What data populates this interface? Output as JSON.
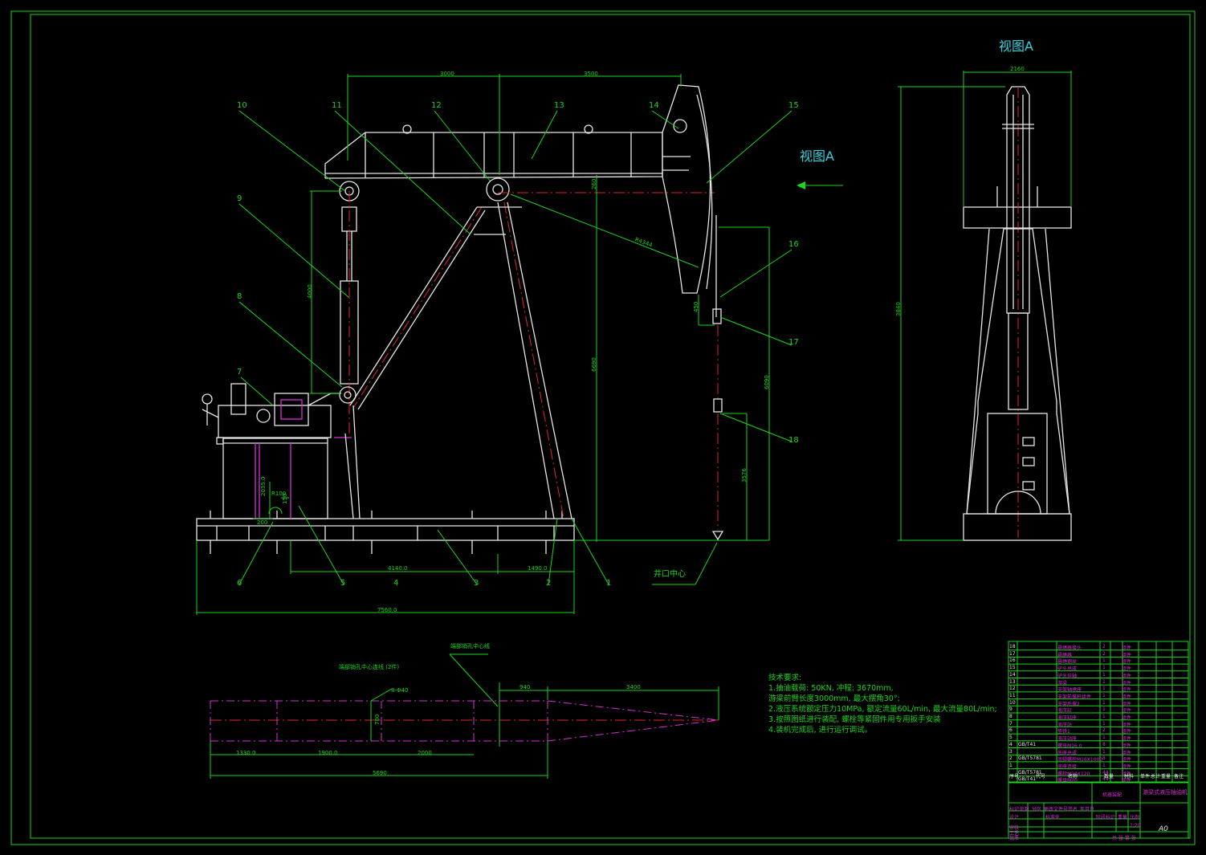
{
  "views": {
    "view_a_title": "视图A",
    "view_a_arrow_label": "视图A",
    "wellhead_label": "井口中心"
  },
  "part_labels": [
    "10",
    "11",
    "12",
    "13",
    "14",
    "15",
    "9",
    "8",
    "7",
    "16",
    "17",
    "18",
    "6",
    "5",
    "4",
    "3",
    "2",
    "1"
  ],
  "dimensions": {
    "top_left": "3000",
    "top_right": "3500",
    "beam_height": "260",
    "link_length": "4000",
    "crank_radius": "R4344",
    "total_height": "6690",
    "stroke_small": "450",
    "stroke_right": "6090",
    "lower_right": "3576",
    "base_4140": "4140.0",
    "base_1490": "1490.0",
    "base_7560": "7560.0",
    "support_2035": "2035.0",
    "support_r100": "R100",
    "support_200": "200",
    "support_150": "150",
    "side_width": "2160",
    "side_height": "3840"
  },
  "bottom_drawing": {
    "label_left": "端部销孔中心连线 (2件) ",
    "label_mid": "端部销孔中心线",
    "d_b40": "8-Φ40",
    "d_940": "940",
    "d_3400": "3400",
    "d_780": "780",
    "d_1330": "1330.0",
    "d_1900": "1900.0",
    "d_2000": "2000",
    "d_5690": "5690"
  },
  "tech_requirements": {
    "title": "技术要求:",
    "lines": [
      "1.抽油载荷: 50KN, 冲程: 3670mm,",
      "游梁前臂长度3000mm, 最大摆角30°;",
      "2.液压系统额定压力10MPa, 额定流量60L/min, 最大流量80L/min;",
      "3.按照图纸进行装配, 螺栓等紧固件用专用扳手安装",
      "4.装机完成后, 进行运行调试。"
    ]
  },
  "bom": {
    "rows": [
      {
        "no": "18",
        "code": "",
        "name": "悬绳器接头",
        "qty": "2",
        "mat": "组件"
      },
      {
        "no": "17",
        "code": "",
        "name": "悬绳器",
        "qty": "2",
        "mat": "组件"
      },
      {
        "no": "16",
        "code": "",
        "name": "悬绳钢丝",
        "qty": "1",
        "mat": "组件"
      },
      {
        "no": "15",
        "code": "",
        "name": "驴头总成",
        "qty": "1",
        "mat": "组件"
      },
      {
        "no": "14",
        "code": "",
        "name": "驴头挂轴",
        "qty": "1",
        "mat": "组件"
      },
      {
        "no": "13",
        "code": "",
        "name": "游梁",
        "qty": "1",
        "mat": "组件"
      },
      {
        "no": "12",
        "code": "",
        "name": "支架轴承座",
        "qty": "1",
        "mat": "组件"
      },
      {
        "no": "11",
        "code": "",
        "name": "支架前撑杆组件",
        "qty": "1",
        "mat": "组件"
      },
      {
        "no": "10",
        "code": "",
        "name": "支架后撑2",
        "qty": "1",
        "mat": "组件"
      },
      {
        "no": "9",
        "code": "",
        "name": "液压缸",
        "qty": "1",
        "mat": "组件"
      },
      {
        "no": "8",
        "code": "",
        "name": "液压缸座",
        "qty": "1",
        "mat": "组件"
      },
      {
        "no": "7",
        "code": "",
        "name": "液压站",
        "qty": "1",
        "mat": "组件"
      },
      {
        "no": "6",
        "code": "",
        "name": "垫铁1",
        "qty": "2",
        "mat": "组件"
      },
      {
        "no": "5",
        "code": "",
        "name": "液压站座",
        "qty": "1",
        "mat": "组件"
      },
      {
        "no": "4",
        "code": "GB/T41",
        "name": "螺母M16.0",
        "qty": "8",
        "mat": "组件"
      },
      {
        "no": "3",
        "code": "",
        "name": "底座总成",
        "qty": "1",
        "mat": "组件"
      },
      {
        "no": "2",
        "code": "GB/T5781",
        "name": "底脚螺栓M16X1000",
        "qty": "8",
        "mat": "组件"
      },
      {
        "no": "1",
        "code": "",
        "name": "底座连接",
        "qty": "1",
        "mat": "组件"
      },
      {
        "no": "",
        "code": "GB/T5781",
        "name": "螺栓M20X120",
        "qty": "44",
        "mat": "组件"
      },
      {
        "no": "",
        "code": "GB/T41",
        "name": "螺母M20",
        "qty": "44",
        "mat": "组件"
      }
    ],
    "header": [
      "序号",
      "代号",
      "名称",
      "数量",
      "材料",
      "单件",
      "总计",
      "重量",
      "备注"
    ],
    "title_block": {
      "unit": "机器装配",
      "drawing_name": "游梁式液压抽油机",
      "sheet": "A0",
      "scale": "1:20",
      "labels": [
        "标记",
        "处数",
        "分区",
        "更改文件号",
        "签名",
        "年月日",
        "设计",
        "标准化",
        "阶段标记",
        "重量",
        "比例",
        "审核",
        "工艺",
        "批准",
        "共 张 第 张"
      ]
    }
  }
}
